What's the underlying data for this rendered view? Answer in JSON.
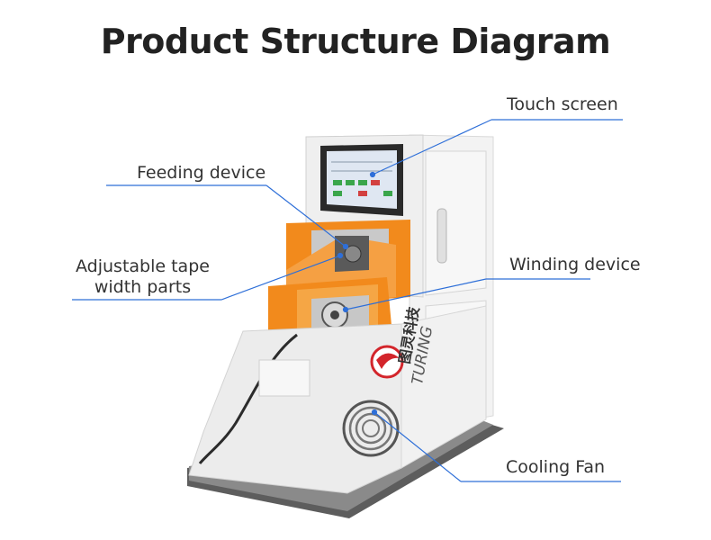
{
  "title": "Product Structure Diagram",
  "labels": {
    "touch_screen": "Touch screen",
    "feeding_device": "Feeding device",
    "adjustable_line1": "Adjustable tape",
    "adjustable_line2": "width parts",
    "winding_device": "Winding device",
    "cooling_fan": "Cooling Fan"
  },
  "brand": {
    "chinese": "图灵科技",
    "english": "TURING"
  },
  "colors": {
    "leader_line": "#2e6fd8",
    "machine_orange": "#f28a1c",
    "machine_body": "#ececec",
    "logo_red": "#d3252b"
  }
}
